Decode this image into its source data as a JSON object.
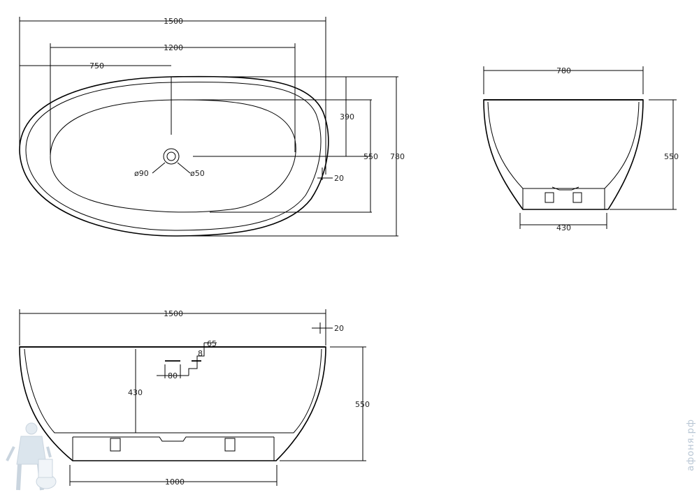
{
  "dimensions": {
    "top": {
      "length": "1500",
      "inner_length": "1200",
      "drain_offset": "750",
      "drain_to_inner": "390",
      "inner_width": "550",
      "width": "780",
      "rim": "20",
      "drain_outer": "ø90",
      "drain_inner": "ø50"
    },
    "side": {
      "width": "780",
      "height": "550",
      "base": "430"
    },
    "front": {
      "length": "1500",
      "rim": "20",
      "overflow_height": "65",
      "overflow_gap": "8",
      "overflow_width": "80",
      "inner_depth": "430",
      "height": "550",
      "base": "1000"
    }
  },
  "watermark": {
    "text": "афоня.рф"
  },
  "colors": {
    "line": "#000000",
    "watermark": "#b8c6d4"
  }
}
